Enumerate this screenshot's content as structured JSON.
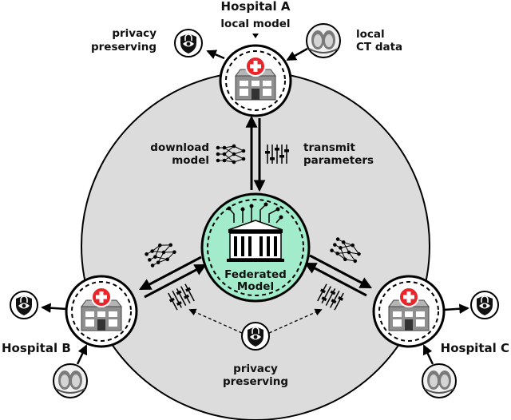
{
  "hospitals": {
    "a": {
      "name": "Hospital A"
    },
    "b": {
      "name": "Hospital B"
    },
    "c": {
      "name": "Hospital C"
    }
  },
  "labels": {
    "local_model": "local model",
    "local_ct_line1": "local",
    "local_ct_line2": "CT data",
    "privacy_top_line1": "privacy",
    "privacy_top_line2": "preserving",
    "download_line1": "download",
    "download_line2": "model",
    "transmit_line1": "transmit",
    "transmit_line2": "parameters",
    "privacy_bottom_line1": "privacy",
    "privacy_bottom_line2": "preserving"
  },
  "center": {
    "line1": "Federated",
    "line2": "Model"
  },
  "colors": {
    "ring_fill": "#dcdcdc",
    "center_fill": "#a2eccb",
    "cross_red": "#e8252b",
    "building_gray": "#8f8f8f"
  },
  "icons": [
    "hospital-icon",
    "shield-eye-icon",
    "ct-scan-icon",
    "neural-network-icon",
    "sliders-icon",
    "capitol-circuit-icon"
  ]
}
